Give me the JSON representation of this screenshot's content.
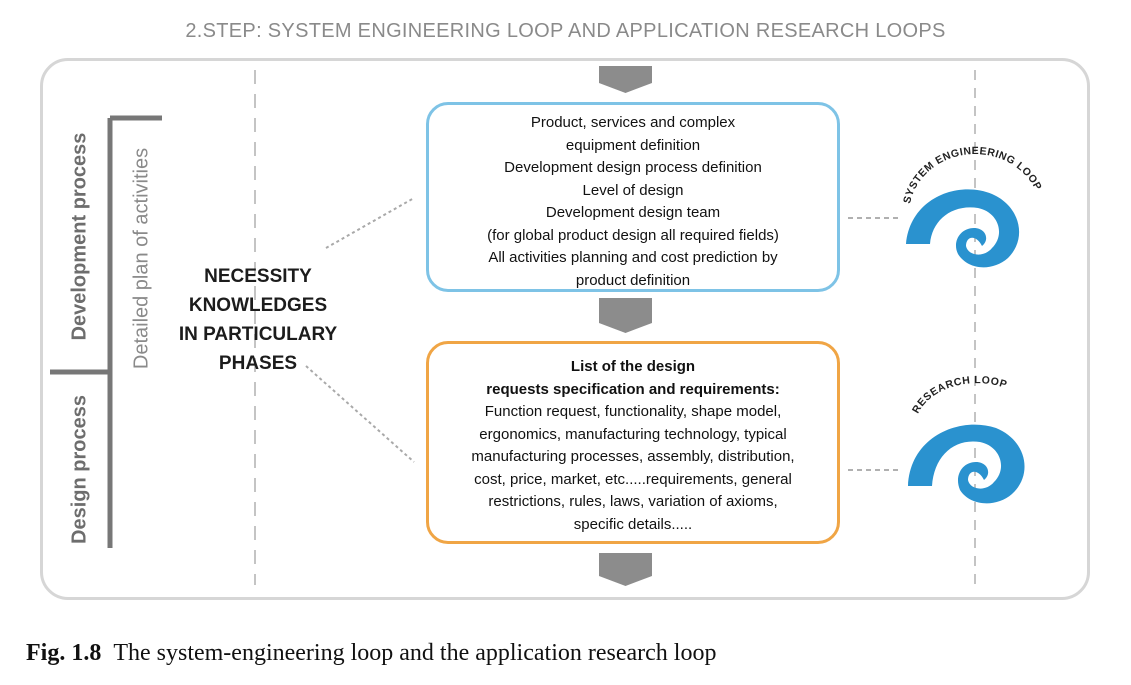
{
  "title": "2.STEP: SYSTEM ENGINEERING LOOP AND APPLICATION RESEARCH LOOPS",
  "left_labels": {
    "development_process": "Development process",
    "design_process": "Design process",
    "detailed_plan": "Detailed plan of activities"
  },
  "center_label": [
    "NECESSITY",
    "KNOWLEDGES",
    "IN PARTICULARY",
    "PHASES"
  ],
  "top_box": {
    "lines": [
      "Product, services and complex",
      "equipment  definition",
      "Development design process definition",
      "Level of design",
      "Development design team",
      "(for global product design all required fields)",
      "All activities planning and cost prediction by",
      "product definition"
    ]
  },
  "bottom_box": {
    "heading": [
      "List of the design",
      "requests specification and requirements:"
    ],
    "lines": [
      "Function request, functionality, shape model,",
      "ergonomics, manufacturing technology, typical",
      "manufacturing processes, assembly, distribution,",
      "cost, price, market, etc.....requirements, general",
      "restrictions, rules, laws, variation of axioms,",
      "specific details....."
    ]
  },
  "loops": {
    "system_engineering": "SYSTEM ENGINEERING LOOP",
    "research": "RESEARCH LOOP"
  },
  "caption": {
    "number": "Fig. 1.8",
    "text": "The system-engineering loop and the application research loop"
  },
  "colors": {
    "blue_box": "#7ec3e6",
    "orange_box": "#f0a545",
    "loop_blue": "#2a92cf",
    "arrow_gray": "#8c8c8c"
  }
}
